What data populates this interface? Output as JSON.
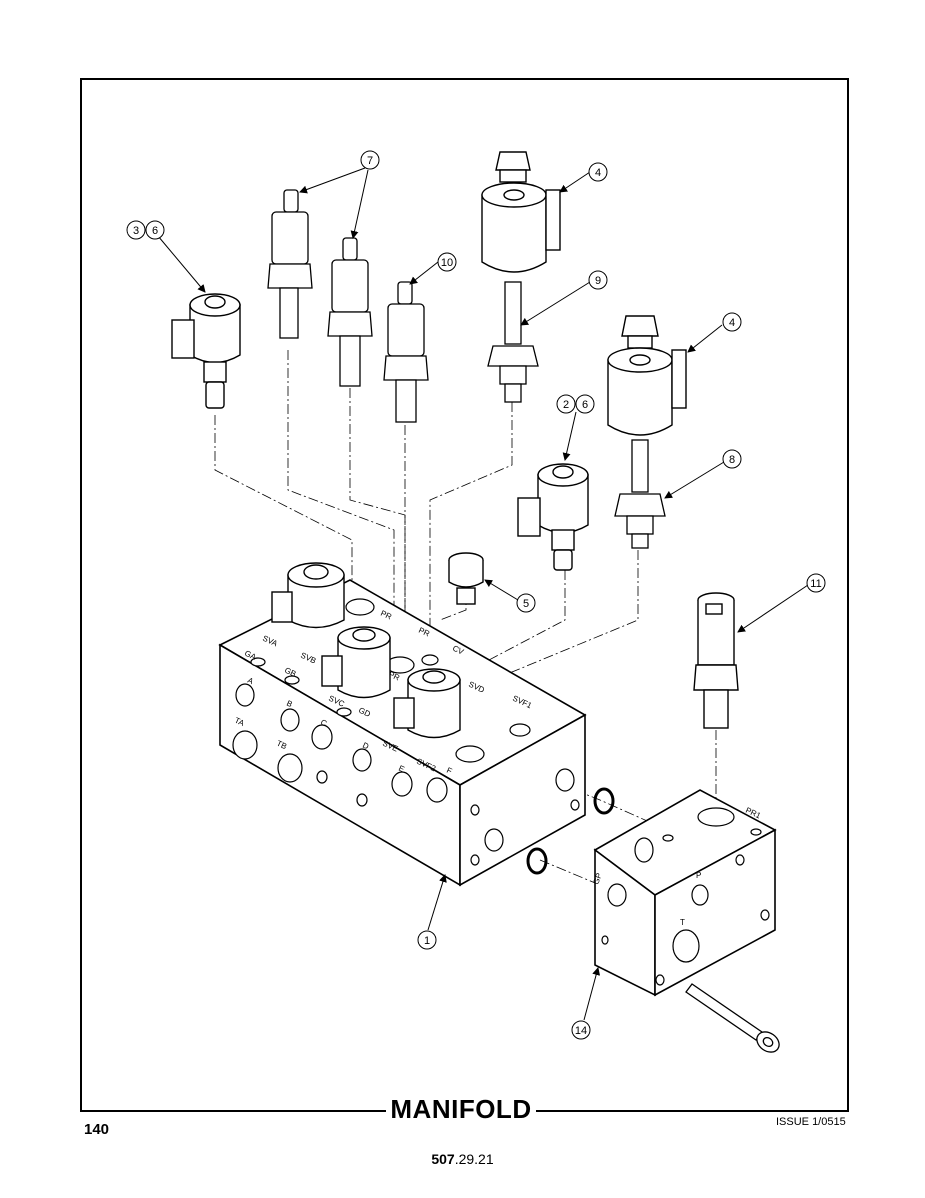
{
  "footer": {
    "title": "MANIFOLD",
    "page_number": "140",
    "issue": "ISSUE 1/0515",
    "doc_number_bold": "507",
    "doc_number_rest": ".29.21"
  },
  "callouts": [
    "7",
    "4",
    "3",
    "6",
    "10",
    "9",
    "4",
    "2",
    "6",
    "8",
    "5",
    "11",
    "1",
    "14"
  ],
  "port_labels": [
    "SVA",
    "GA",
    "GB",
    "SVB",
    "PR",
    "PR",
    "PR",
    "CV",
    "SVD",
    "SVF1",
    "A",
    "B",
    "C",
    "D",
    "E",
    "TA",
    "TB",
    "SVC",
    "GD",
    "SVE",
    "SVF2",
    "F",
    "PR1",
    "P",
    "T",
    "GP"
  ]
}
